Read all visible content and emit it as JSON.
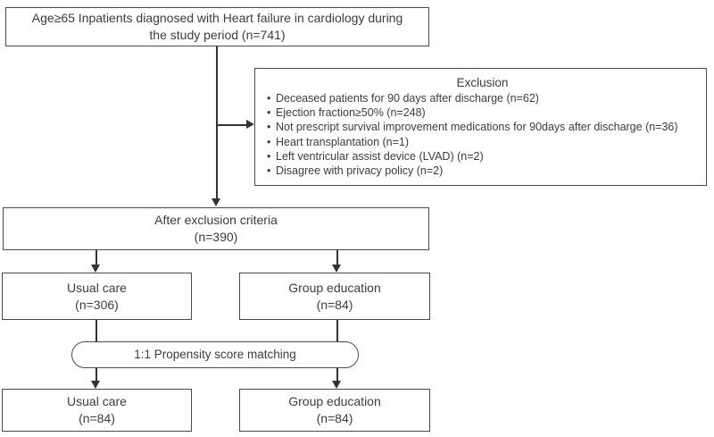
{
  "diagram": {
    "population_box": {
      "line1": "Age≥65 Inpatients diagnosed with Heart failure in cardiology during",
      "line2": "the study period (n=741)"
    },
    "exclusion_box": {
      "title": "Exclusion",
      "items": [
        "Deceased patients for 90 days after discharge (n=62)",
        "Ejection fraction≥50% (n=248)",
        "Not prescript survival improvement medications for 90days after discharge (n=36)",
        "Heart transplantation (n=1)",
        "Left ventricular assist device (LVAD) (n=2)",
        "Disagree with privacy policy (n=2)"
      ]
    },
    "after_exclusion_box": {
      "line1": "After exclusion criteria",
      "line2": "(n=390)"
    },
    "usual_care_pre_box": {
      "line1": "Usual care",
      "line2": "(n=306)"
    },
    "group_education_pre_box": {
      "line1": "Group education",
      "line2": "(n=84)"
    },
    "matching_box": {
      "label": "1:1 Propensity score matching"
    },
    "usual_care_post_box": {
      "line1": "Usual care",
      "line2": "(n=84)"
    },
    "group_education_post_box": {
      "line1": "Group education",
      "line2": "(n=84)"
    },
    "colors": {
      "border": "#4b4b4d",
      "text": "#3c3c3c",
      "line": "#333333",
      "background": "#ffffff"
    }
  }
}
